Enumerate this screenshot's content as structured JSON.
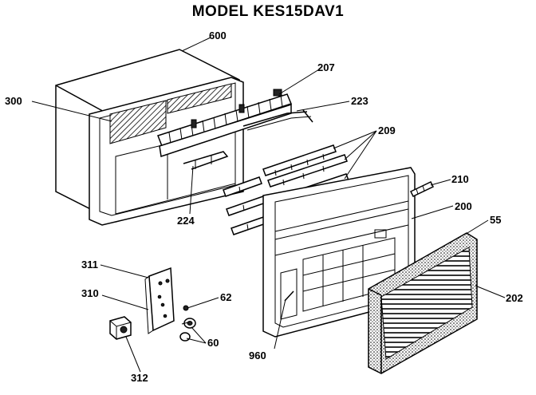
{
  "title": "MODEL KES15DAV1",
  "parts": {
    "p600": "600",
    "p300": "300",
    "p207": "207",
    "p223": "223",
    "p209": "209",
    "p224": "224",
    "p210": "210",
    "p200": "200",
    "p55": "55",
    "p311": "311",
    "p310": "310",
    "p62": "62",
    "p202": "202",
    "p60": "60",
    "p960": "960",
    "p312": "312"
  }
}
